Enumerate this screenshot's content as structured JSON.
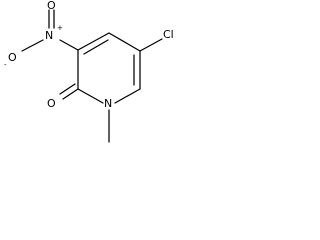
{
  "molecule": {
    "atoms": {
      "n_nitro": "N",
      "n_nitro_charge": "+",
      "o_top": "O",
      "o_left": "O",
      "o_left_charge": "-",
      "chlorine": "Cl",
      "carbonyl_oxygen": "O",
      "ring_nitrogen": "N"
    }
  },
  "colors": {
    "bond": "#000000",
    "text": "#000000",
    "background": "#ffffff"
  }
}
